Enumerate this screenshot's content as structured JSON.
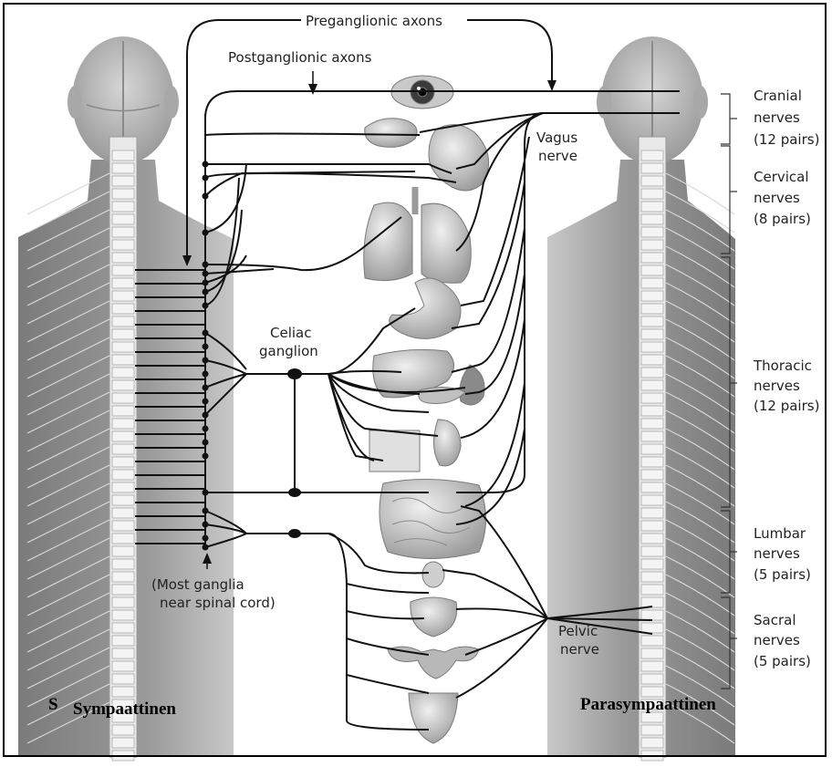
{
  "diagram": {
    "top_labels": {
      "preganglionic": "Preganglionic axons",
      "postganglionic": "Postganglionic axons"
    },
    "ganglia": {
      "celiac_line1": "Celiac",
      "celiac_line2": "ganglion",
      "most_line1": "(Most ganglia",
      "most_line2": "near spinal cord)"
    },
    "nerves": {
      "vagus_line1": "Vagus",
      "vagus_line2": "nerve",
      "pelvic_line1": "Pelvic",
      "pelvic_line2": "nerve"
    },
    "spinal_groups": [
      {
        "name": "Cranial",
        "line2": "nerves",
        "count": "(12 pairs)"
      },
      {
        "name": "Cervical",
        "line2": "nerves",
        "count": "(8 pairs)"
      },
      {
        "name": "Thoracic",
        "line2": "nerves",
        "count": "(12 pairs)"
      },
      {
        "name": "Lumbar",
        "line2": "nerves",
        "count": "(5 pairs)"
      },
      {
        "name": "Sacral",
        "line2": "nerves",
        "count": "(5 pairs)"
      }
    ],
    "captions": {
      "left": "Sympaattinen",
      "right": "Parasympaattinen",
      "stray_glyph": "S"
    }
  },
  "colors": {
    "ink": "#111111",
    "body_gray": "#8a8a8a",
    "organ_light": "#d2d2d2",
    "organ_mid": "#9a9a9a"
  }
}
